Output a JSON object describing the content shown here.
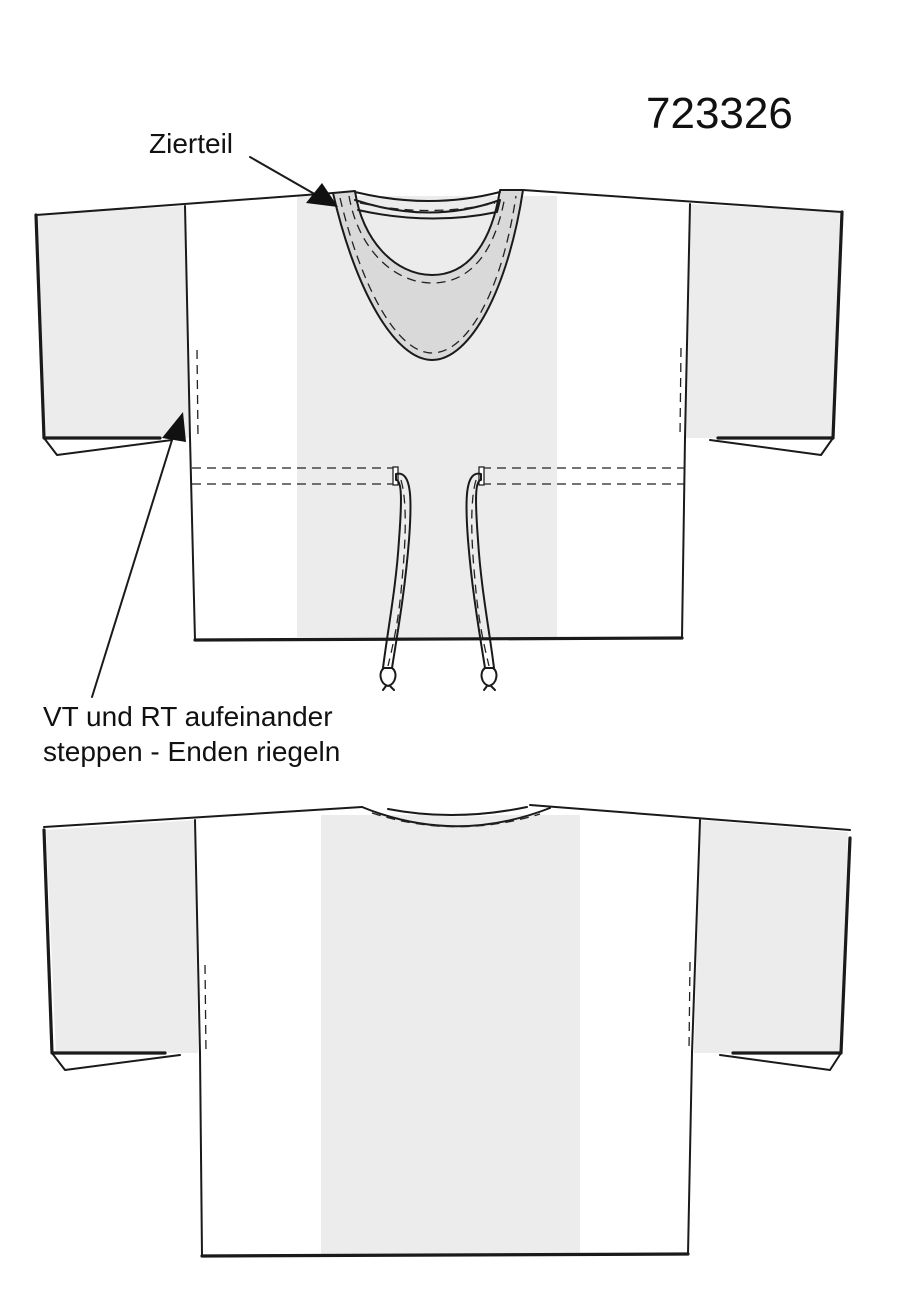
{
  "labels": {
    "pattern_number": "723326",
    "zierteil": "Zierteil",
    "steppen_line1": "VT und RT aufeinander",
    "steppen_line2": "steppen - Enden riegeln"
  },
  "colors": {
    "outline": "#1a1a1a",
    "light_shade": "#ececec",
    "neck_shade": "#d9d9d9",
    "background": "#ffffff"
  }
}
